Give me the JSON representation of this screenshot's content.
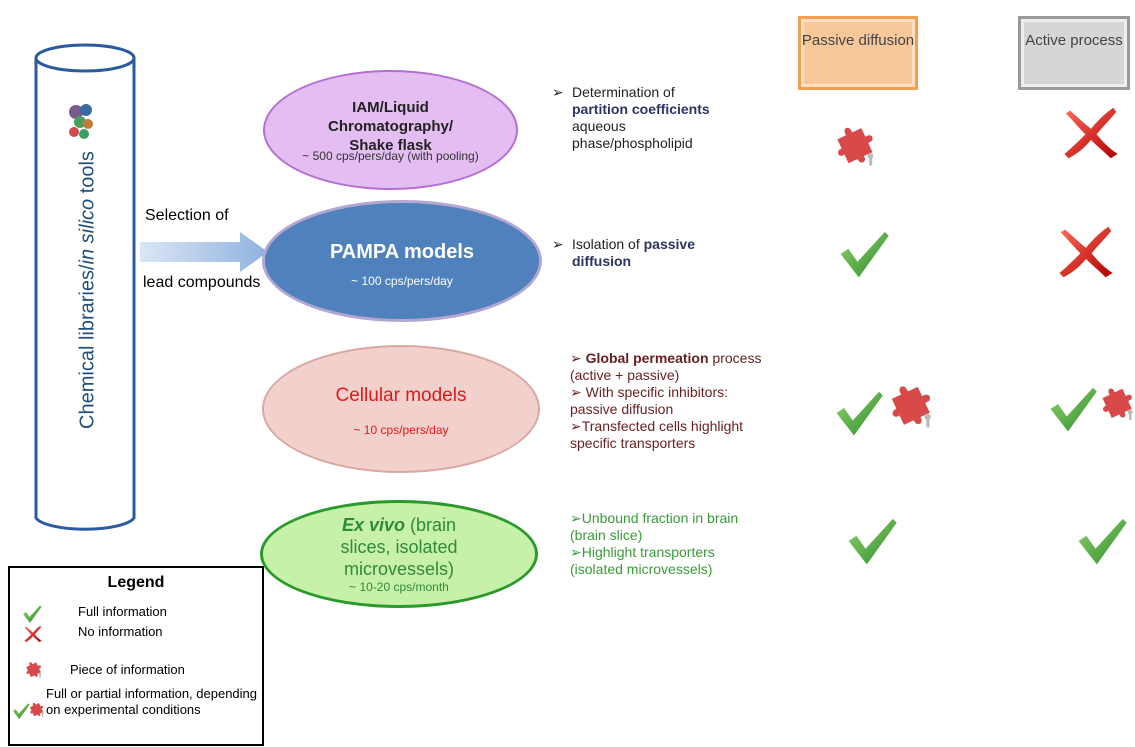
{
  "column_headers": {
    "passive": "Passive diffusion",
    "active": "Active process"
  },
  "cylinder": {
    "label_prefix": "Chemical libraries/",
    "label_italic": "in silico",
    "label_suffix": " tools"
  },
  "arrow": {
    "top_text": "Selection of",
    "bottom_text": "lead compounds"
  },
  "models": {
    "iam": {
      "title": "IAM/Liquid Chromatography/ Shake flask",
      "throughput": "~ 500 cps/pers/day (with pooling)",
      "color": "#e4bdf2"
    },
    "pampa": {
      "title": "PAMPA models",
      "throughput": "~ 100 cps/pers/day",
      "color": "#4f81bd"
    },
    "cellular": {
      "title": "Cellular models",
      "throughput": "~ 10 cps/pers/day",
      "color": "#f2d0cc"
    },
    "exvivo": {
      "title_italic": "Ex vivo",
      "title_rest": " (brain slices, isolated microvessels)",
      "throughput": "~ 10-20 cps/month",
      "color": "#c7f0a8"
    }
  },
  "descriptions": {
    "iam": {
      "line1": "Determination of",
      "bold": "partition coefficients",
      "rest": "aqueous phase/phospholipid"
    },
    "pampa": {
      "prefix": "Isolation of ",
      "bold": "passive",
      "rest": "diffusion"
    },
    "cellular": {
      "bold": "Global permeation",
      "l1_rest": " process",
      "l2": "(active + passive)",
      "l3": "With specific inhibitors:",
      "l4": "passive diffusion",
      "l5": "Transfected cells highlight",
      "l6": "specific transporters"
    },
    "exvivo": {
      "l1": "Unbound fraction in brain",
      "l2": "(brain slice)",
      "l3": "Highlight transporters",
      "l4": "(isolated microvessels)"
    }
  },
  "legend": {
    "title": "Legend",
    "full": "Full information",
    "none": "No information",
    "piece": "Piece of information",
    "partial": "Full or partial information, depending on experimental conditions"
  },
  "icons": {
    "iam": {
      "passive": "puzzle-icon",
      "active": "cross-icon"
    },
    "pampa": {
      "passive": "check-icon",
      "active": "cross-icon"
    },
    "cellular": {
      "passive": "check-and-puzzle-icon",
      "active": "check-and-puzzle-icon"
    },
    "exvivo": {
      "passive": "check-icon",
      "active": "check-icon"
    }
  }
}
